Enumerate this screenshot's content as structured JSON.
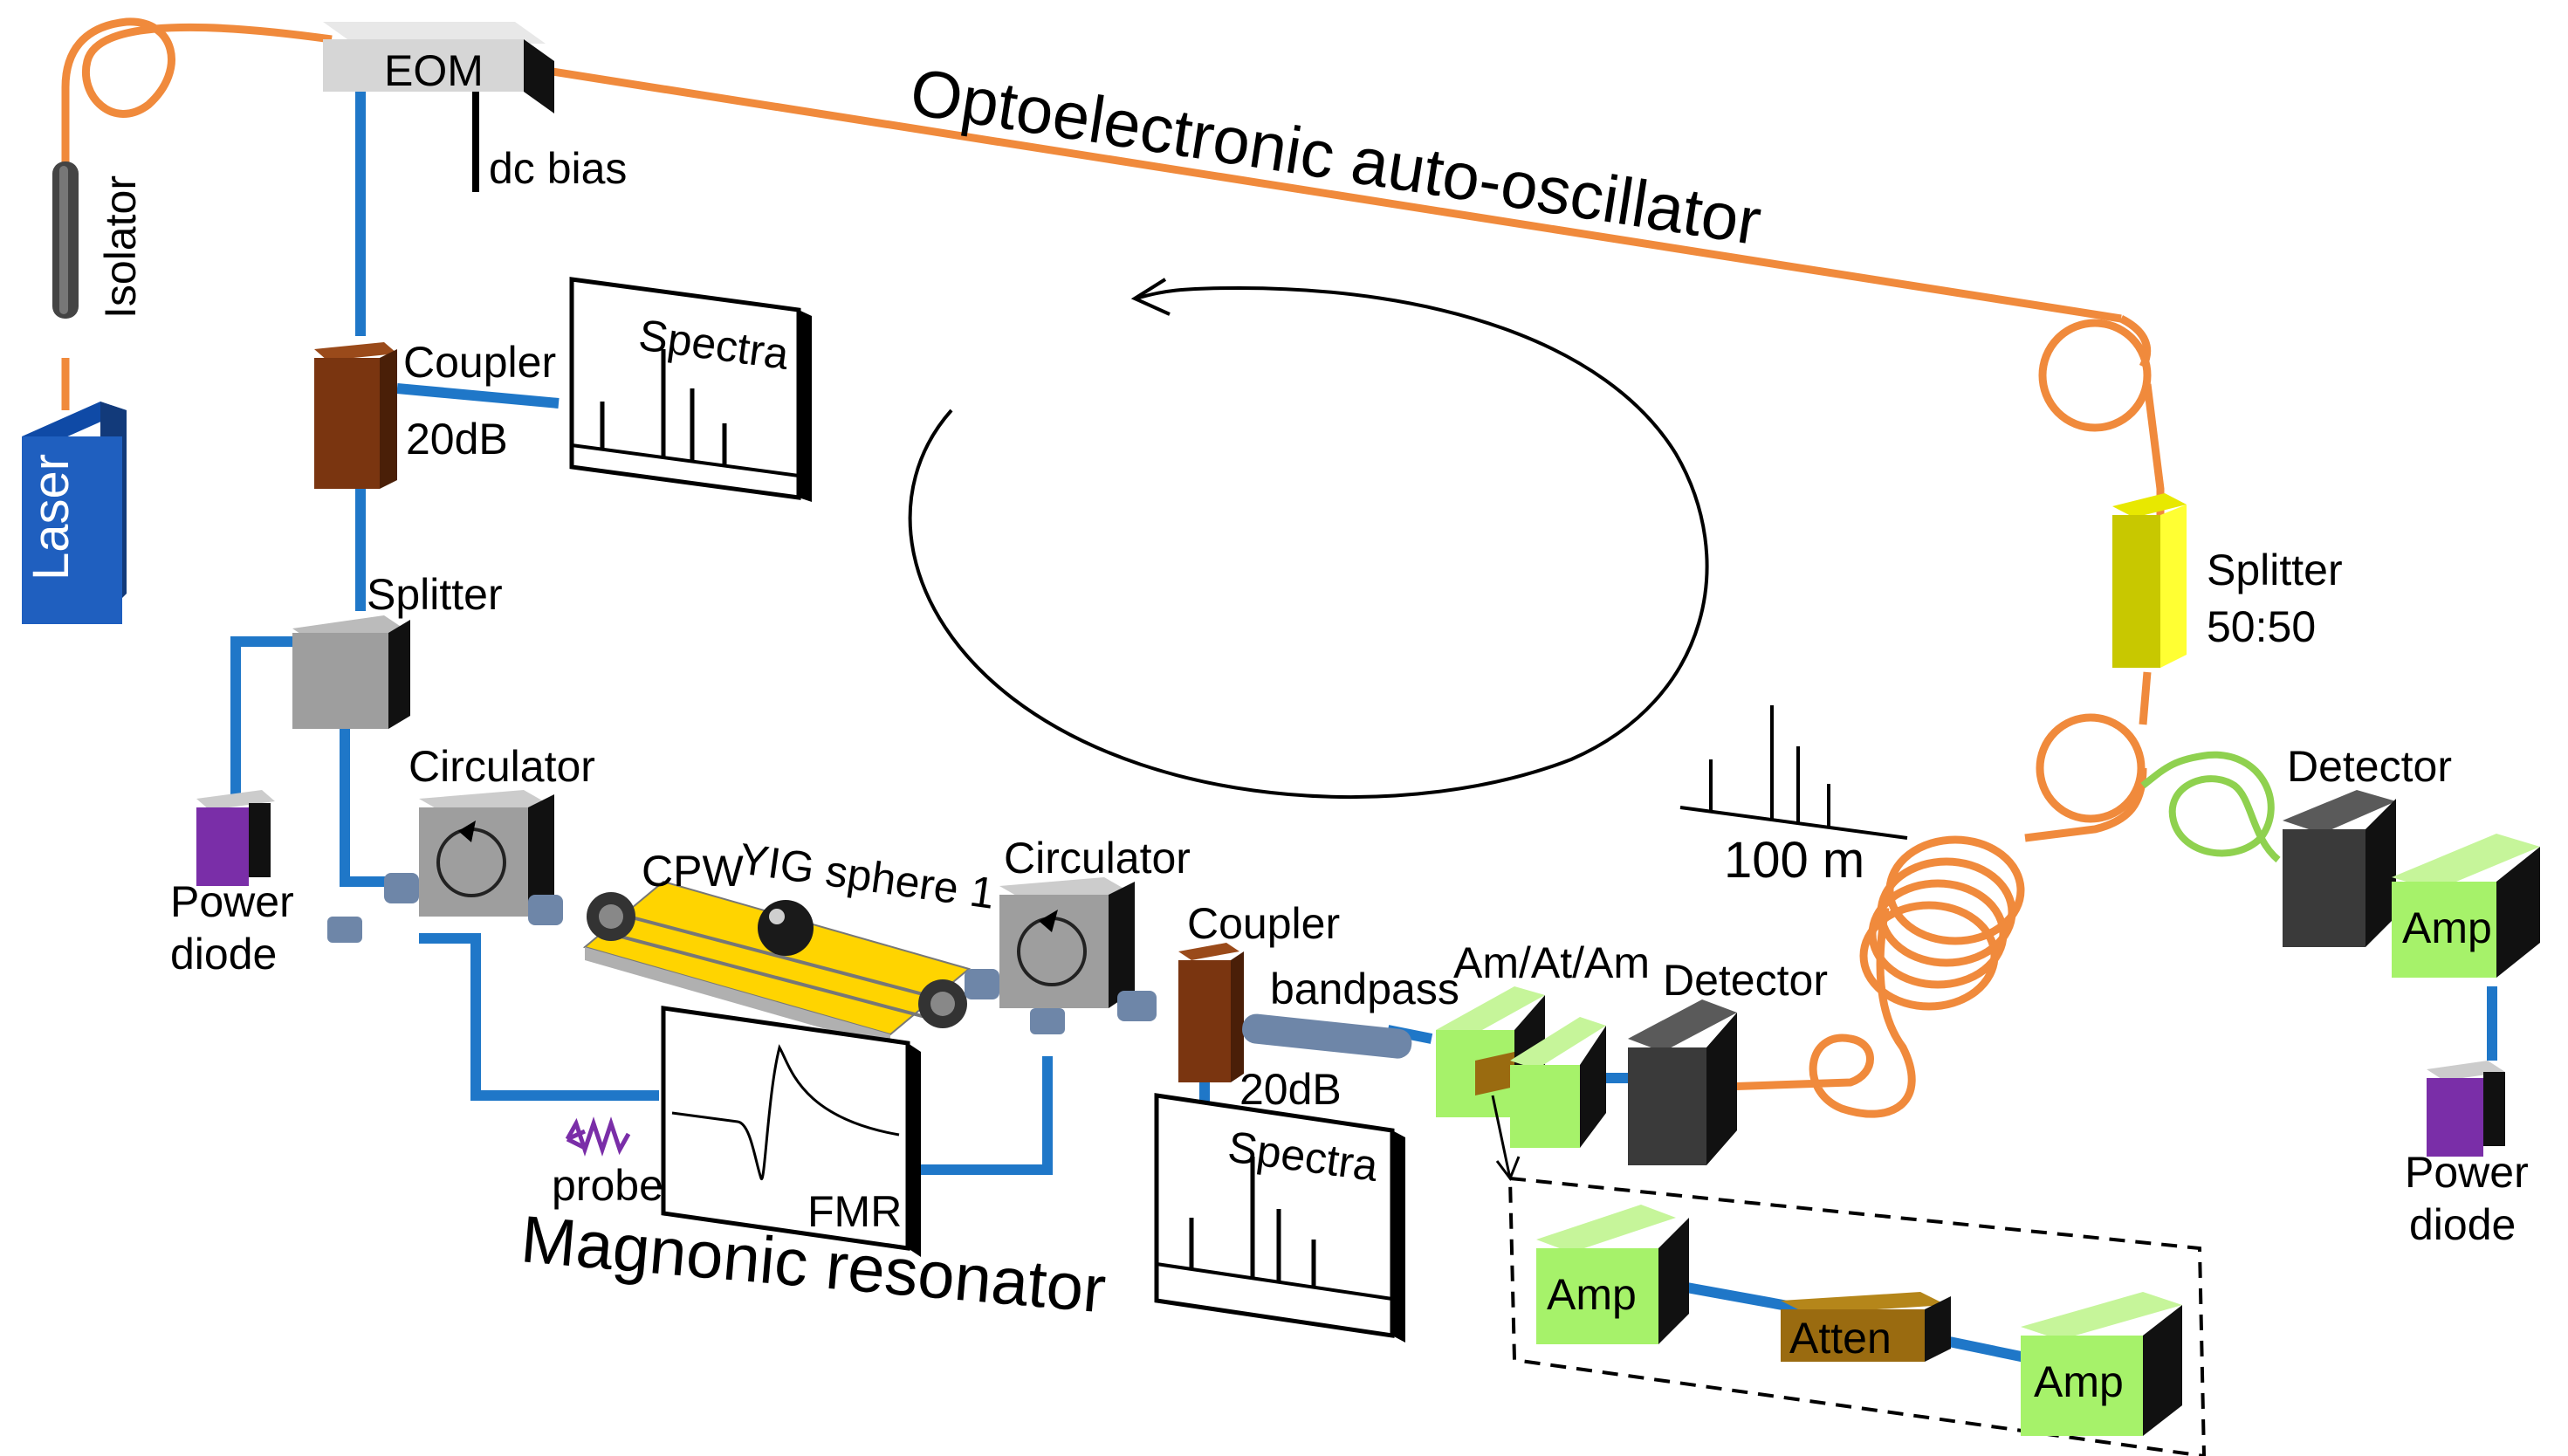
{
  "diagram": {
    "title_loop": "Optoelectronic auto-oscillator",
    "title_resonator": "Magnonic resonator",
    "components": {
      "eom": "EOM",
      "dc_bias": "dc bias",
      "isolator": "Isolator",
      "laser": "Laser",
      "coupler_top": "Coupler",
      "coupler_top_db": "20dB",
      "spectra_top": "Spectra",
      "splitter_left": "Splitter",
      "power_diode_left_1": "Power",
      "power_diode_left_2": "diode",
      "circulator_left": "Circulator",
      "cpw": "CPW",
      "yig_sphere": "YIG sphere 1",
      "circulator_right": "Circulator",
      "coupler_bottom": "Coupler",
      "bandpass": "bandpass",
      "coupler_bottom_db": "20dB",
      "spectra_bottom": "Spectra",
      "fmr": "FMR",
      "probe": "probe",
      "am_at_am": "Am/At/Am",
      "detector_bottom": "Detector",
      "fiber_length": "100 m",
      "splitter_right_1": "Splitter",
      "splitter_right_2": "50:50",
      "detector_right": "Detector",
      "amp_right": "Amp",
      "power_diode_right_1": "Power",
      "power_diode_right_2": "diode",
      "inset_amp_1": "Amp",
      "inset_atten": "Atten",
      "inset_amp_2": "Amp"
    },
    "colors": {
      "optical_fiber": "#f08a3c",
      "rf_cable": "#1f77c8",
      "green_fiber": "#8fd14f",
      "laser": "#1f5fbf",
      "coupler": "#7a3510",
      "splitter_yellow": "#d8d800",
      "amp": "#a6f26a",
      "atten": "#9a6b10",
      "detector": "#3a3a3a",
      "cpw": "#ffd400",
      "power_diode": "#7a2ea8"
    }
  }
}
